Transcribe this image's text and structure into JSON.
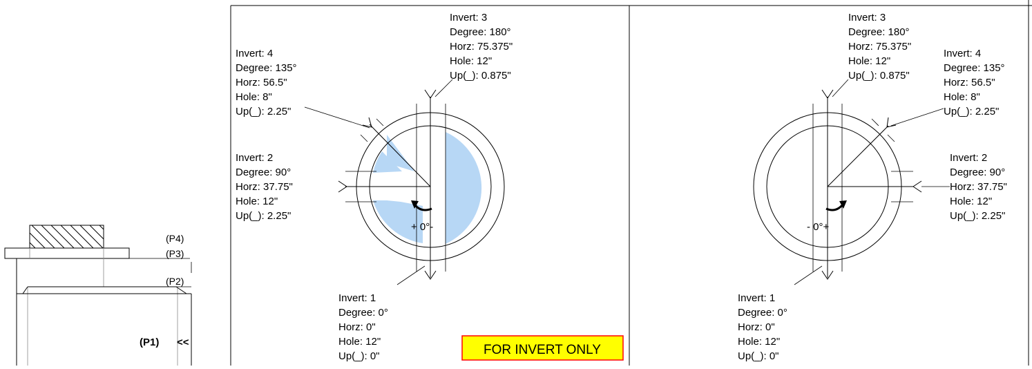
{
  "side_view": {
    "points": [
      "(P4)",
      "(P3)",
      "(P2)",
      "(P1)"
    ],
    "arrow": "<<"
  },
  "left_panel": {
    "inverts": [
      {
        "title": "Invert: 1",
        "degree": "Degree: 0°",
        "horz": "Horz: 0\"",
        "hole": "Hole: 12\"",
        "up": "Up(_): 0\""
      },
      {
        "title": "Invert: 2",
        "degree": "Degree: 90°",
        "horz": "Horz: 37.75\"",
        "hole": "Hole: 12\"",
        "up": "Up(_): 2.25\""
      },
      {
        "title": "Invert: 3",
        "degree": "Degree: 180°",
        "horz": "Horz: 75.375\"",
        "hole": "Hole: 12\"",
        "up": "Up(_): 0.875\""
      },
      {
        "title": "Invert: 4",
        "degree": "Degree: 135°",
        "horz": "Horz: 56.5\"",
        "hole": "Hole: 8\"",
        "up": "Up(_): 2.25\""
      }
    ],
    "rotation_label": "+ 0°-",
    "badge": "FOR INVERT ONLY"
  },
  "right_panel": {
    "inverts": [
      {
        "title": "Invert: 1",
        "degree": "Degree: 0°",
        "horz": "Horz: 0\"",
        "hole": "Hole: 12\"",
        "up": "Up(_): 0\""
      },
      {
        "title": "Invert: 2",
        "degree": "Degree: 90°",
        "horz": "Horz: 37.75\"",
        "hole": "Hole: 12\"",
        "up": "Up(_): 2.25\""
      },
      {
        "title": "Invert: 3",
        "degree": "Degree: 180°",
        "horz": "Horz: 75.375\"",
        "hole": "Hole: 12\"",
        "up": "Up(_): 0.875\""
      },
      {
        "title": "Invert: 4",
        "degree": "Degree: 135°",
        "horz": "Horz: 56.5\"",
        "hole": "Hole: 8\"",
        "up": "Up(_): 2.25\""
      }
    ],
    "rotation_label": "-  0°+"
  },
  "colors": {
    "fill_blue": "#b7d7f5",
    "badge_bg": "#ffff00",
    "badge_border": "#ff0000"
  }
}
